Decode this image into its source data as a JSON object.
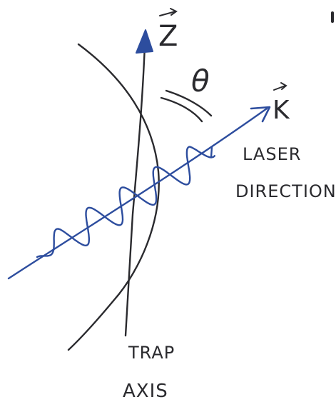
{
  "colors": {
    "ink_blue": "#2d4d9e",
    "ink_black": "#2a2a2e",
    "paper": "#ffffff"
  },
  "labels": {
    "z_axis": "Z",
    "k_vector": "K",
    "angle": "θ",
    "laser_line1": "LASER",
    "laser_line2": "DIRECTION",
    "trap_line1": "TRAP",
    "trap_line2": "AXIS"
  }
}
